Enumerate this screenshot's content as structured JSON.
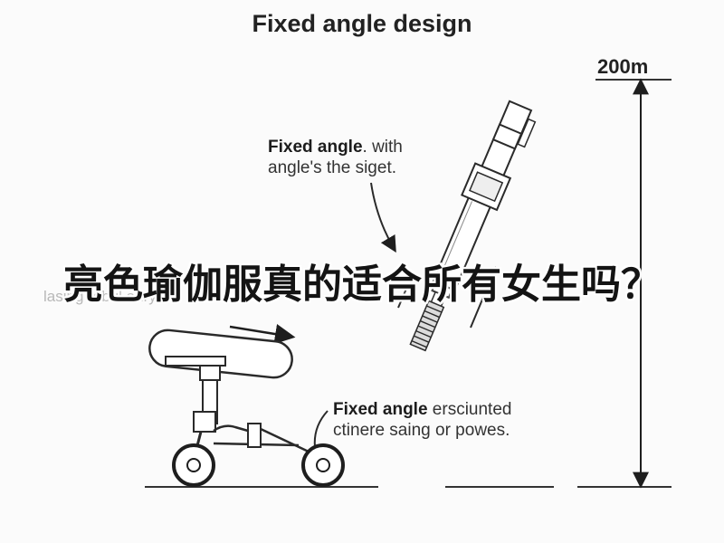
{
  "title": "Fixed angle design",
  "dimension_label": "200m",
  "label_top": {
    "bold": "Fixed angle",
    "rest": ". with",
    "line2": "angle's the siget."
  },
  "label_bottom": {
    "bold": "Fixed angle",
    "rest": " ersciunted",
    "line2": "ctinere saing or powes."
  },
  "faded_label": "lasing rebul anryles.",
  "overlay_caption": "亮色瑜伽服真的适合所有女生吗？",
  "colors": {
    "ink": "#222222",
    "faded": "#b8b8b8"
  }
}
